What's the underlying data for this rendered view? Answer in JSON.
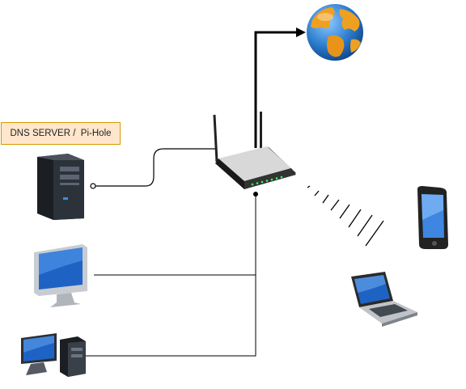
{
  "diagram": {
    "dns_label": "DNS SERVER /  Pi-Hole"
  },
  "nodes": [
    {
      "id": "internet-globe",
      "icon": "globe-icon"
    },
    {
      "id": "wifi-router",
      "icon": "router-icon"
    },
    {
      "id": "dns-server",
      "icon": "server-tower-icon"
    },
    {
      "id": "imac-computer",
      "icon": "imac-icon"
    },
    {
      "id": "desktop-pc",
      "icon": "desktop-pc-icon"
    },
    {
      "id": "smartphone",
      "icon": "smartphone-icon"
    },
    {
      "id": "laptop",
      "icon": "laptop-icon"
    }
  ],
  "connections": [
    {
      "from": "wifi-router",
      "to": "internet-globe",
      "style": "thick"
    },
    {
      "from": "dns-server",
      "to": "wifi-router",
      "style": "curved"
    },
    {
      "from": "imac-computer",
      "to": "wifi-router",
      "style": "orthogonal"
    },
    {
      "from": "desktop-pc",
      "to": "wifi-router",
      "style": "orthogonal"
    },
    {
      "from": "wifi-router",
      "to": "wireless-devices",
      "style": "wireless"
    }
  ],
  "colors": {
    "label_fill": "#ffe6cc",
    "label_border": "#d79b00",
    "ocean": "#2f7fd0",
    "land": "#f0a020",
    "router_body": "#2a2a2a",
    "status_led": "#33ff66",
    "screen_blue": "#1e63c4"
  }
}
